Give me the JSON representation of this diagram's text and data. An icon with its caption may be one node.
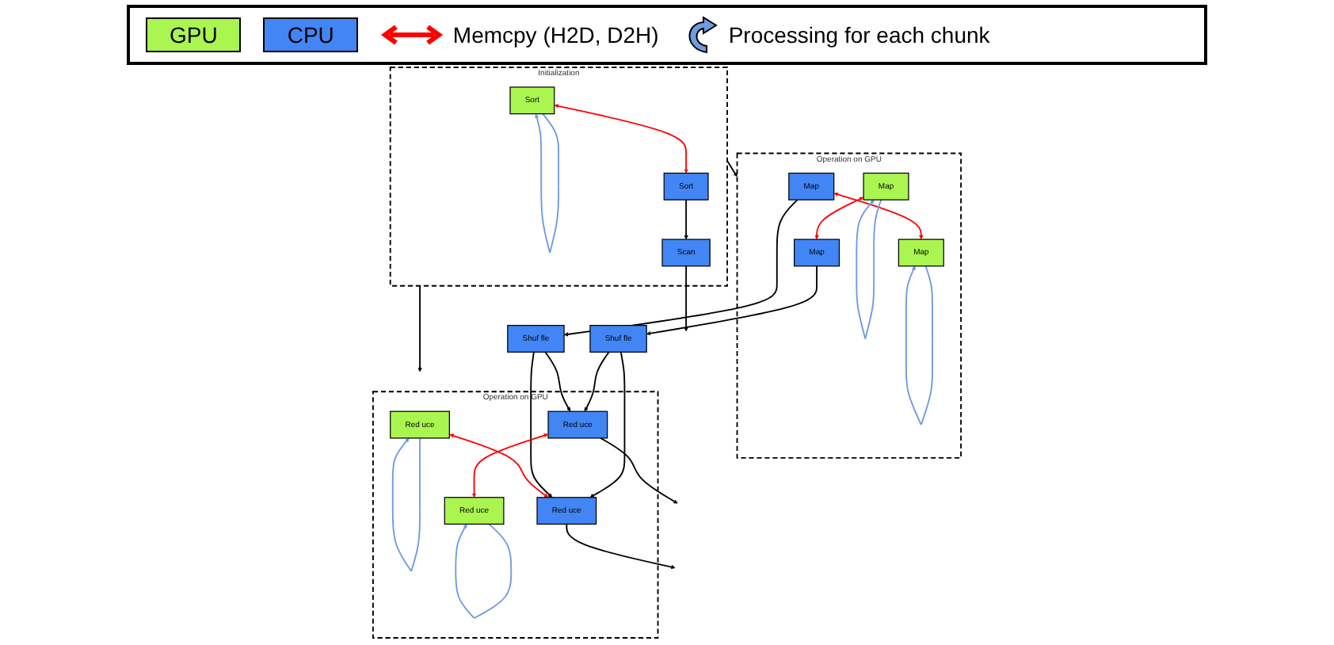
{
  "diagram": {
    "nodes": [
      {
        "text": [
          "Operation on GPU"
        ]
      },
      {
        "text": [
          "Map"
        ],
        "in": 0
      },
      {
        "text": [
          "Map"
        ],
        "in": 0
      },
      {
        "text": [
          "Map"
        ],
        "in": 0
      },
      {
        "text": [
          "Map"
        ],
        "in": 0
      },
      {
        "text": [
          "Shuf fle"
        ]
      },
      {
        "text": [
          "Shuf fle"
        ]
      },
      {
        "text": [
          "Operation on GPU"
        ]
      },
      {
        "text": [
          "Red uce"
        ],
        "in": 7
      },
      {
        "text": [
          "Red uce"
        ],
        "in": 7
      },
      {
        "text": [
          "Red uce"
        ],
        "in": 7
      },
      {
        "text": [
          "Red uce"
        ],
        "in": 7
      },
      {
        "text": [
          "Initialization"
        ]
      },
      {
        "text": [
          "Sort"
        ],
        "in": 12
      },
      {
        "text": [
          "Sort"
        ],
        "in": 12
      },
      {
        "text": [
          "Scan"
        ],
        "in": 12
      }
    ],
    "edges": [
      {
        "from": 1,
        "to": 2,
        "arrow": "both",
        "color": "#ff0000"
      },
      {
        "from": 3,
        "to": 4,
        "arrow": "both",
        "color": "#ff0000"
      },
      {
        "from": 2,
        "to": 5,
        "arrow": "to"
      },
      {
        "from": 3,
        "to": 6,
        "arrow": "to"
      },
      {
        "from": 5,
        "to": 9,
        "arrow": "to"
      },
      {
        "from": 5,
        "to": 10,
        "arrow": "to"
      },
      {
        "from": 6,
        "to": 9,
        "arrow": "to"
      },
      {
        "from": 6,
        "to": 10,
        "arrow": "to"
      },
      {
        "from": 8,
        "to": 9,
        "arrow": "both",
        "color": "#ff0000"
      },
      {
        "from": 10,
        "to": 11,
        "arrow": "both",
        "color": "#ff0000"
      },
      {
        "from": 9,
        "to": null,
        "arrow": "to"
      },
      {
        "from": 10,
        "to": null,
        "arrow": "to"
      },
      {
        "from": 12,
        "to": 0,
        "arrow": "to"
      },
      {
        "from": 12,
        "to": 7,
        "arrow": "to"
      },
      {
        "from": 13,
        "to": 14,
        "arrow": "both",
        "color": "#ff0000"
      },
      {
        "from": 14,
        "to": 15,
        "arrow": "to"
      },
      {
        "from": 15,
        "to": null,
        "arrow": "to"
      },
      {
        "from": 1,
        "to": 1,
        "arrow": "to",
        "color": "#6f9be0"
      },
      {
        "from": 4,
        "to": 4,
        "arrow": "to",
        "color": "#6f9be0"
      },
      {
        "from": 8,
        "to": 8,
        "arrow": "to",
        "color": "#6f9be0"
      },
      {
        "from": 11,
        "to": 11,
        "arrow": "to",
        "color": "#6f9be0"
      },
      {
        "from": 13,
        "to": 13,
        "arrow": "to",
        "color": "#6f9be0"
      }
    ],
    "legend": [
      {
        "text": "GPU",
        "color": "#aaf550"
      },
      {
        "text": "CPU",
        "color": "#4285f4"
      },
      {
        "text": "Memcpy (H2D, D2H)"
      },
      {
        "text": "Processing for each chunk"
      }
    ]
  }
}
